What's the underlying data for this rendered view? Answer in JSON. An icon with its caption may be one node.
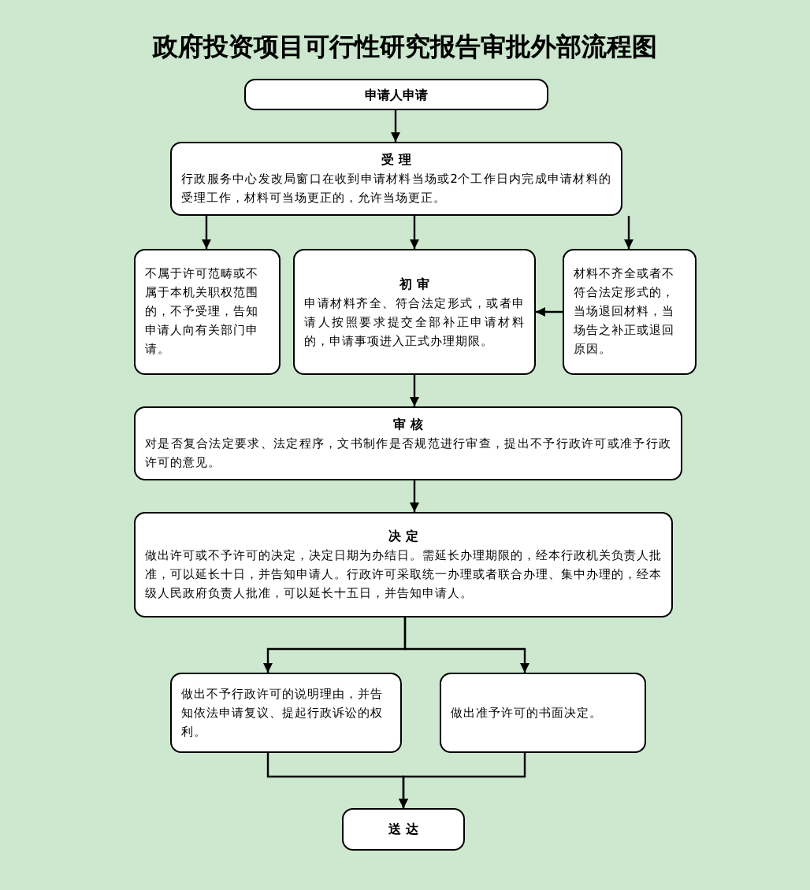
{
  "diagram": {
    "title": "政府投资项目可行性研究报告审批外部流程图",
    "nodes": [
      {
        "text": [
          "申请人申请"
        ]
      },
      {
        "text": [
          "受 理",
          "行政服务中心发改局窗口在收到申请材料当场或2个工作日内完成申请材料的受理工作，材料可当场更正的，允许当场更正。"
        ]
      },
      {
        "text": [
          "不属于许可范畴或不属于本机关职权范围的，不予受理，告知申请人向有关部门申请。"
        ]
      },
      {
        "text": [
          "初 审",
          "申请材料齐全、符合法定形式，或者申请人按照要求提交全部补正申请材料的，申请事项进入正式办理期限。"
        ]
      },
      {
        "text": [
          "材料不齐全或者不符合法定形式的，当场退回材料，当场告之补正或退回原因。"
        ]
      },
      {
        "text": [
          "审 核",
          "对是否复合法定要求、法定程序，文书制作是否规范进行审查，提出不予行政许可或准予行政许可的意见。"
        ]
      },
      {
        "text": [
          "决 定",
          "做出许可或不予许可的决定，决定日期为办结日。需延长办理期限的，经本行政机关负责人批准，可以延长十日，并告知申请人。行政许可采取统一办理或者联合办理、集中办理的，经本级人民政府负责人批准，可以延长十五日，并告知申请人。"
        ]
      },
      {
        "text": [
          "做出不予行政许可的说明理由，并告知依法申请复议、提起行政诉讼的权利。"
        ]
      },
      {
        "text": [
          "做出准予许可的书面决定。"
        ]
      },
      {
        "text": [
          "送 达"
        ]
      }
    ],
    "edges": [
      {
        "from": 0,
        "to": 1,
        "arrow": "to"
      },
      {
        "from": 1,
        "to": 2,
        "arrow": "to"
      },
      {
        "from": 1,
        "to": 3,
        "arrow": "to"
      },
      {
        "from": 1,
        "to": 4,
        "arrow": "to"
      },
      {
        "from": 4,
        "to": 3,
        "arrow": "to"
      },
      {
        "from": 3,
        "to": 5,
        "arrow": "to"
      },
      {
        "from": 5,
        "to": 6,
        "arrow": "to"
      },
      {
        "from": 6,
        "to": 7,
        "arrow": "to"
      },
      {
        "from": 6,
        "to": 8,
        "arrow": "to"
      },
      {
        "from": 7,
        "to": 9,
        "arrow": "to"
      },
      {
        "from": 8,
        "to": 9,
        "arrow": "to"
      }
    ]
  }
}
